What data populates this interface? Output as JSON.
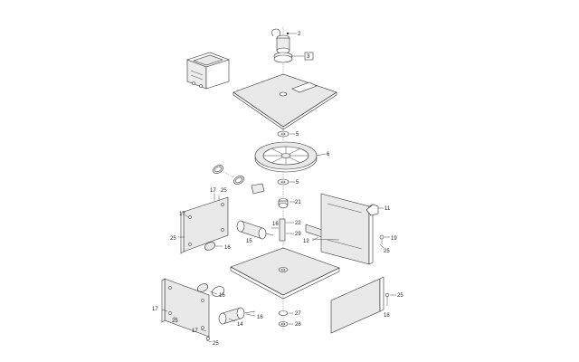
{
  "callouts": [
    {
      "id": "c2",
      "label": "2"
    },
    {
      "id": "c3",
      "label": "3"
    },
    {
      "id": "c5a",
      "label": "5"
    },
    {
      "id": "c6",
      "label": "6"
    },
    {
      "id": "c5b",
      "label": "5"
    },
    {
      "id": "c21",
      "label": "21"
    },
    {
      "id": "c11",
      "label": "11"
    },
    {
      "id": "c17a",
      "label": "17"
    },
    {
      "id": "c25a",
      "label": "25"
    },
    {
      "id": "c17b",
      "label": "17"
    },
    {
      "id": "c25b",
      "label": "25"
    },
    {
      "id": "c16a",
      "label": "16"
    },
    {
      "id": "c15",
      "label": "15"
    },
    {
      "id": "c16b",
      "label": "16"
    },
    {
      "id": "c22",
      "label": "22"
    },
    {
      "id": "c29",
      "label": "29"
    },
    {
      "id": "c12",
      "label": "12"
    },
    {
      "id": "c19",
      "label": "19"
    },
    {
      "id": "c25c",
      "label": "25"
    },
    {
      "id": "c25d",
      "label": "25"
    },
    {
      "id": "c18",
      "label": "18"
    },
    {
      "id": "c16c",
      "label": "16"
    },
    {
      "id": "c17c",
      "label": "17"
    },
    {
      "id": "c25e",
      "label": "25"
    },
    {
      "id": "c14",
      "label": "14"
    },
    {
      "id": "c16d",
      "label": "16"
    },
    {
      "id": "c17d",
      "label": "17"
    },
    {
      "id": "c25f",
      "label": "25"
    },
    {
      "id": "c27",
      "label": "27"
    },
    {
      "id": "c28",
      "label": "28"
    }
  ]
}
